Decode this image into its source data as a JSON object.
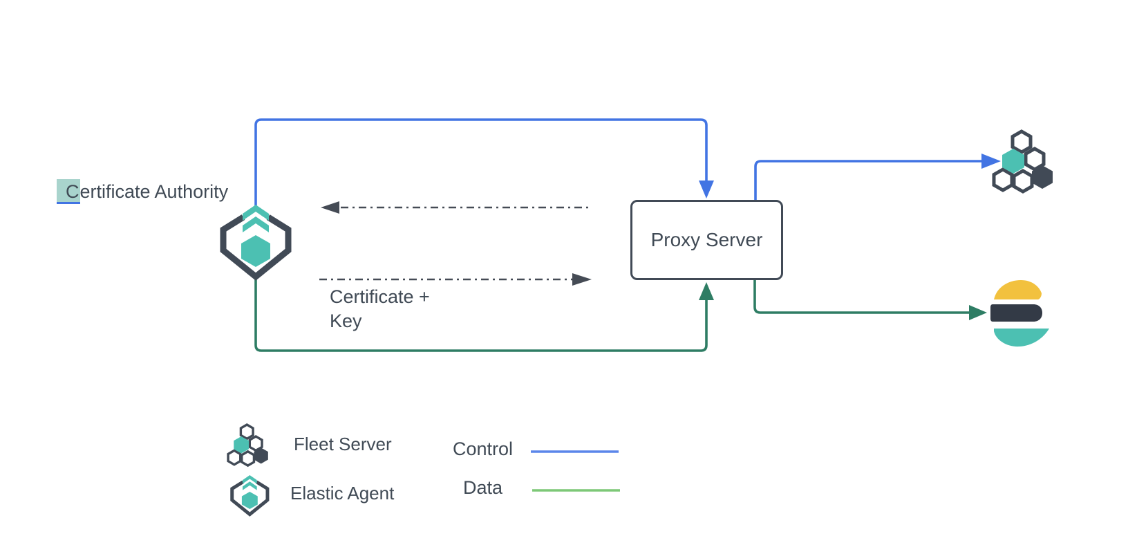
{
  "diagram": {
    "certificate_authority": {
      "highlight": "C",
      "rest": "ertificate Authority"
    },
    "proxy_server_label": "Proxy Server",
    "certificate_key": {
      "line1": "Certificate +",
      "line2": "Key"
    },
    "nodes": [
      "certificate-authority",
      "elastic-agent",
      "proxy-server",
      "fleet-server",
      "elasticsearch"
    ],
    "edges": [
      {
        "from": "elastic-agent",
        "to": "proxy-server",
        "type": "control"
      },
      {
        "from": "proxy-server",
        "to": "fleet-server",
        "type": "control"
      },
      {
        "from": "elastic-agent",
        "to": "proxy-server",
        "type": "data"
      },
      {
        "from": "proxy-server",
        "to": "elasticsearch",
        "type": "data"
      },
      {
        "from": "proxy-server",
        "to": "elastic-agent",
        "type": "dashed-request"
      },
      {
        "from": "elastic-agent",
        "to": "proxy-server",
        "type": "dashed-response",
        "label": "Certificate + Key"
      }
    ],
    "icons": [
      "elastic-agent-icon",
      "fleet-server-icon",
      "elasticsearch-icon"
    ]
  },
  "legend": {
    "items": [
      {
        "icon": "fleet-server-icon",
        "label": "Fleet Server"
      },
      {
        "icon": "elastic-agent-icon",
        "label": "Elastic Agent"
      }
    ],
    "lines": [
      {
        "label": "Control",
        "color": "#5b86ea"
      },
      {
        "label": "Data",
        "color": "#7dc877"
      }
    ]
  },
  "colors": {
    "background": "#ffffff",
    "control_blue": "#4274e3",
    "legend_control_blue": "#5b86ea",
    "data_green": "#2e7d64",
    "legend_data_green": "#7dc877",
    "teal": "#4cc0b2",
    "teal_highlight": "#a9d4cd",
    "dark_slate": "#414a56",
    "dark_deep": "#333a46",
    "yellow": "#f2c13e",
    "text_gray": "#404a55",
    "dash_gray": "#454b55"
  }
}
